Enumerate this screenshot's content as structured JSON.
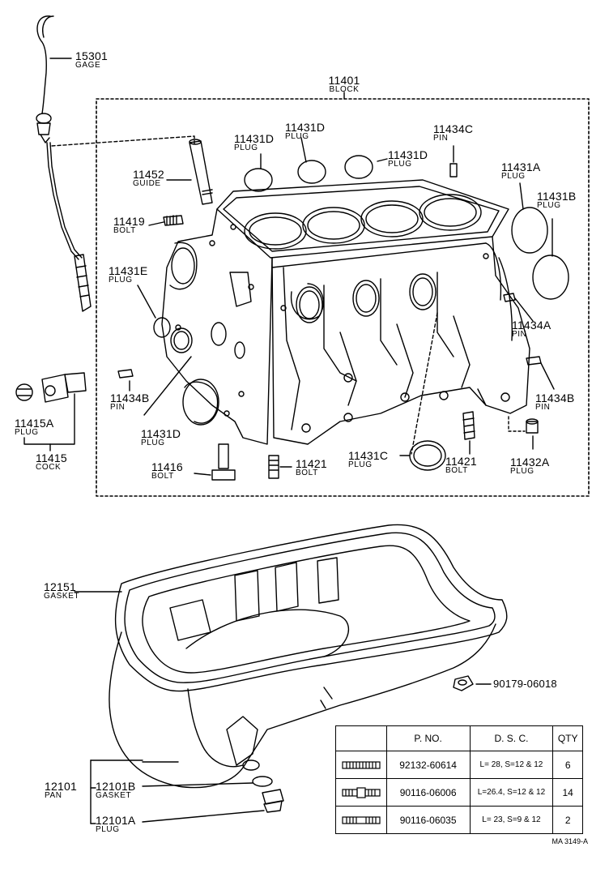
{
  "drawing_code": "MA 3149-A",
  "parts": [
    {
      "id": "p15301",
      "number": "15301",
      "name": "GAGE"
    },
    {
      "id": "p11401",
      "number": "11401",
      "name": "BLOCK"
    },
    {
      "id": "p11431D_a",
      "number": "11431D",
      "name": "PLUG"
    },
    {
      "id": "p11431D_b",
      "number": "11431D",
      "name": "PLUG"
    },
    {
      "id": "p11431D_c",
      "number": "11431D",
      "name": "PLUG"
    },
    {
      "id": "p11434C",
      "number": "11434C",
      "name": "PIN"
    },
    {
      "id": "p11452",
      "number": "11452",
      "name": "GUIDE"
    },
    {
      "id": "p11431A",
      "number": "11431A",
      "name": "PLUG"
    },
    {
      "id": "p11431B",
      "number": "11431B",
      "name": "PLUG"
    },
    {
      "id": "p11419",
      "number": "11419",
      "name": "BOLT"
    },
    {
      "id": "p11431E",
      "number": "11431E",
      "name": "PLUG"
    },
    {
      "id": "p11434A",
      "number": "11434A",
      "name": "PIN"
    },
    {
      "id": "p11434B_l",
      "number": "11434B",
      "name": "PIN"
    },
    {
      "id": "p11434B_r",
      "number": "11434B",
      "name": "PIN"
    },
    {
      "id": "p11415A",
      "number": "11415A",
      "name": "PLUG"
    },
    {
      "id": "p11415",
      "number": "11415",
      "name": "COCK"
    },
    {
      "id": "p11431D_d",
      "number": "11431D",
      "name": "PLUG"
    },
    {
      "id": "p11416",
      "number": "11416",
      "name": "BOLT"
    },
    {
      "id": "p11421_a",
      "number": "11421",
      "name": "BOLT"
    },
    {
      "id": "p11431C",
      "number": "11431C",
      "name": "PLUG"
    },
    {
      "id": "p11421_b",
      "number": "11421",
      "name": "BOLT"
    },
    {
      "id": "p11432A",
      "number": "11432A",
      "name": "PLUG"
    },
    {
      "id": "p12151",
      "number": "12151",
      "name": "GASKET"
    },
    {
      "id": "p90179",
      "number": "90179-06018",
      "name": ""
    },
    {
      "id": "p12101",
      "number": "12101",
      "name": "PAN"
    },
    {
      "id": "p12101B",
      "number": "12101B",
      "name": "GASKET"
    },
    {
      "id": "p12101A",
      "number": "12101A",
      "name": "PLUG"
    }
  ],
  "table": {
    "headers": [
      "",
      "P. NO.",
      "D. S. C.",
      "QTY"
    ],
    "rows": [
      {
        "icon": "stud-bolt-icon",
        "part_no": "92132-60614",
        "dsc": "L= 28, S=12 & 12",
        "qty": "6"
      },
      {
        "icon": "double-end-stud-icon",
        "part_no": "90116-06006",
        "dsc": "L=26.4, S=12 & 12",
        "qty": "14"
      },
      {
        "icon": "stud-bolt-icon",
        "part_no": "90116-06035",
        "dsc": "L= 23, S=9 & 12",
        "qty": "2"
      }
    ]
  }
}
